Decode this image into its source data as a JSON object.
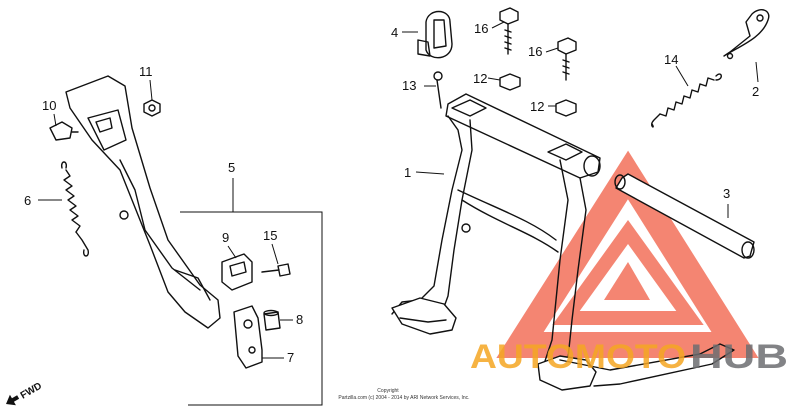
{
  "callouts": {
    "c1": "1",
    "c2": "2",
    "c3": "3",
    "c4": "4",
    "c5": "5",
    "c6": "6",
    "c7": "7",
    "c8": "8",
    "c9": "9",
    "c10": "10",
    "c11": "11",
    "c12a": "12",
    "c12b": "12",
    "c13": "13",
    "c14": "14",
    "c15": "15",
    "c16a": "16",
    "c16b": "16"
  },
  "fwd_label": "FWD",
  "copyright": {
    "line1": "Copyright",
    "line2": "Partzilla.com (c) 2004 - 2014 by ARI Network Services, Inc."
  },
  "watermark": {
    "text_left": "AUTOMOTO",
    "text_right": "HUB",
    "color_red": "#f0573d",
    "color_orange": "#f5a623",
    "color_gray": "#6d6e71"
  }
}
